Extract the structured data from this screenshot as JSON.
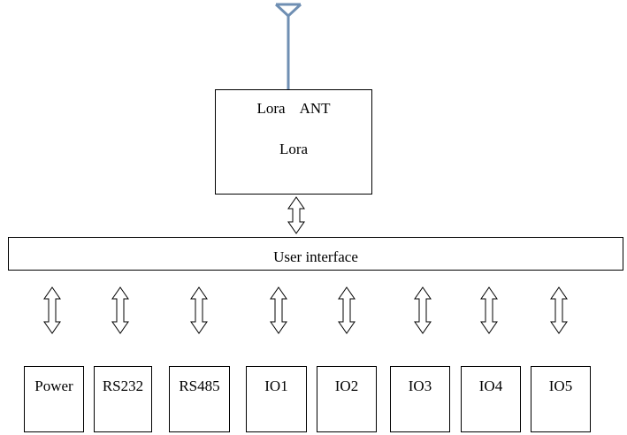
{
  "antenna": {
    "color": "#6f8fb3"
  },
  "lora_module": {
    "title": "Lora    ANT",
    "label": "Lora"
  },
  "user_interface": {
    "label": "User interface"
  },
  "ports": [
    {
      "label": "Power"
    },
    {
      "label": "RS232"
    },
    {
      "label": "RS485"
    },
    {
      "label": "IO1"
    },
    {
      "label": "IO2"
    },
    {
      "label": "IO3"
    },
    {
      "label": "IO4"
    },
    {
      "label": "IO5"
    }
  ]
}
